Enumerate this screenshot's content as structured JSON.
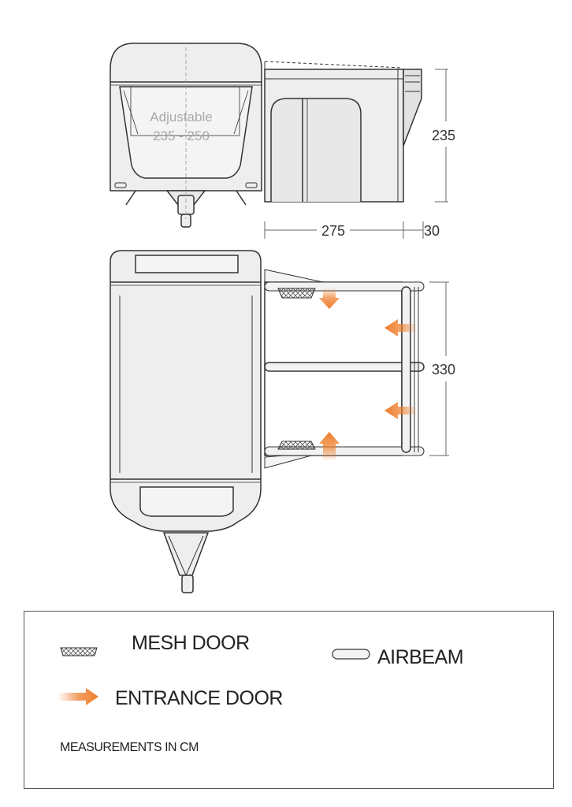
{
  "colors": {
    "outline": "#333333",
    "body_fill": "#eeeeee",
    "window_fill": "#f4f4f4",
    "entrance_arrow": "#ee7d2b",
    "dimension_line": "#666666",
    "label_gray": "#a8a8a8"
  },
  "front_view": {
    "caravan_label_line1": "Adjustable",
    "caravan_label_line2": "235 - 250"
  },
  "dimensions": {
    "height": "235",
    "depth": "275",
    "beam_depth": "30",
    "width": "330"
  },
  "legend": {
    "mesh_door": "MESH DOOR",
    "airbeam": "AIRBEAM",
    "entrance_door": "ENTRANCE DOOR",
    "measurements_note": "MEASUREMENTS IN CM"
  },
  "icons": {
    "mesh_door": "mesh-door-icon",
    "airbeam": "airbeam-icon",
    "entrance_door": "entrance-arrow-icon"
  }
}
